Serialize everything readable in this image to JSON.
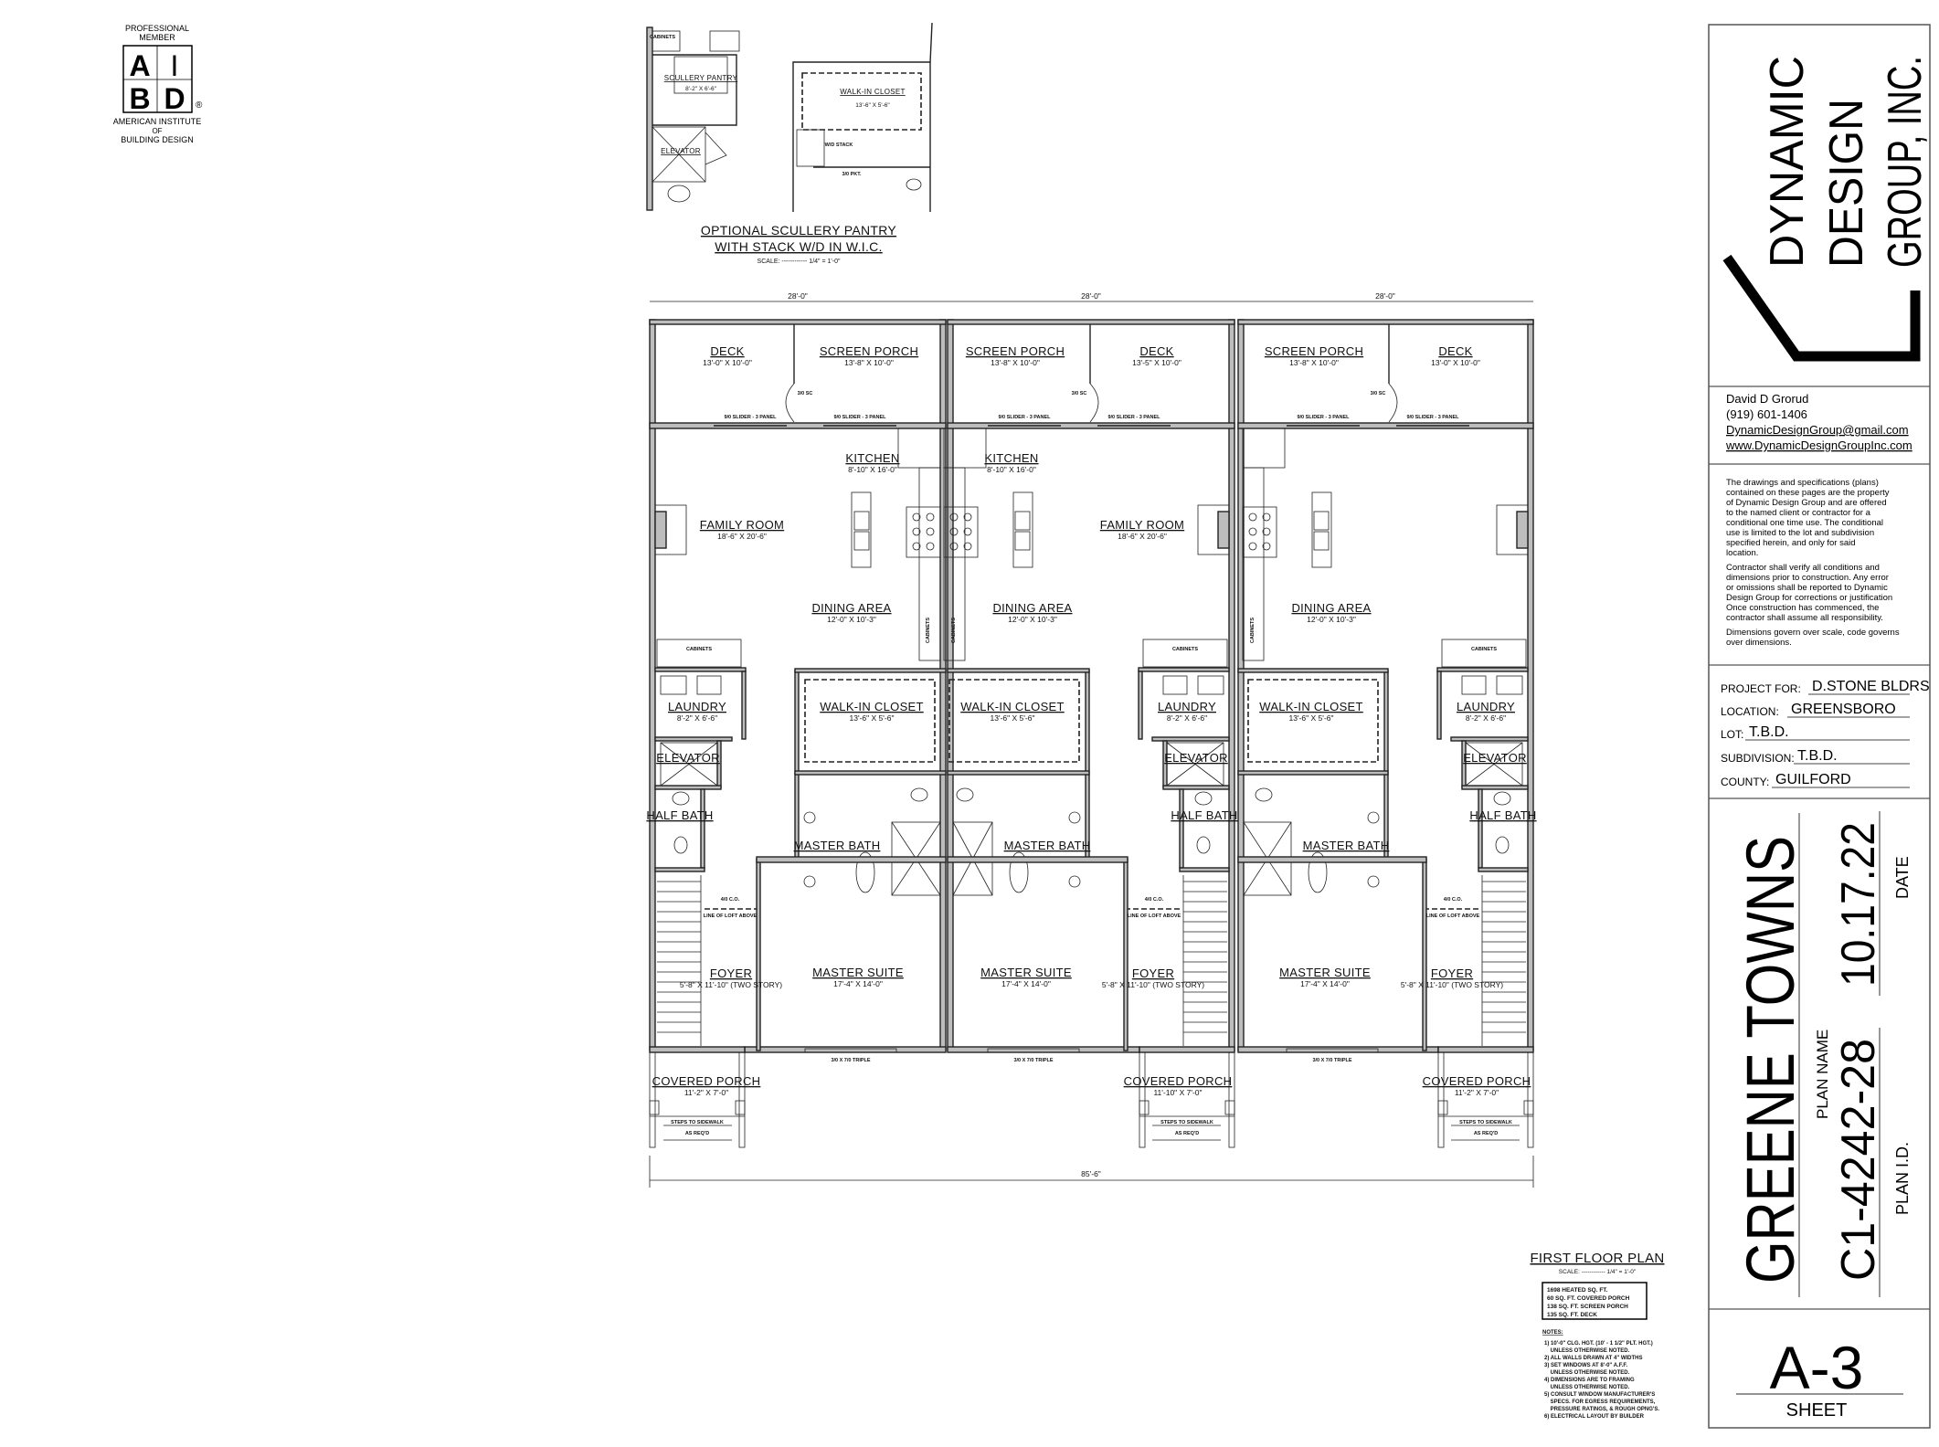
{
  "logo": {
    "top": [
      "PROFESSIONAL",
      "MEMBER"
    ],
    "letters": [
      "A",
      "I",
      "B",
      "D"
    ],
    "reg": "®",
    "bottom": [
      "AMERICAN INSTITUTE",
      "OF",
      "BUILDING DESIGN"
    ]
  },
  "optional_plan": {
    "title_line1": "OPTIONAL SCULLERY PANTRY",
    "title_line2": "WITH STACK W/D IN W.I.C.",
    "scale": "SCALE: ------------ 1/4\" = 1'-0\"",
    "scullery": "SCULLERY PANTRY",
    "scullery_dims": "8'-2\" X 6'-6\"",
    "elevator": "ELEVATOR",
    "walkin": "WALK-IN CLOSET",
    "walkin_dims": "13'-6\" X 5'-6\"",
    "wd_stack": "W/D STACK",
    "cabinets": "CABINETS",
    "pkt": "3/0 PKT."
  },
  "plan": {
    "top_dims": [
      "28'-0\"",
      "28'-0\"",
      "28'-0\""
    ],
    "overall_dim": "85'-6\"",
    "slider": "9/0 SLIDER - 3 PANEL",
    "porch_door": "3/0 SC",
    "triple_window": "3/0 X 7/0 TRIPLE",
    "steps": "STEPS TO SIDEWALK",
    "as_reqd": "AS REQ'D",
    "loft": "LINE OF LOFT ABOVE",
    "co": "4/0 C.O.",
    "cabinets": "CABINETS",
    "units": [
      {
        "rooms": [
          {
            "key": "deck",
            "name": "DECK",
            "dims": "13'-0\" X 10'-0\""
          },
          {
            "key": "screen",
            "name": "SCREEN PORCH",
            "dims": "13'-8\" X 10'-0\""
          },
          {
            "key": "kitchen",
            "name": "KITCHEN",
            "dims": "8'-10\" X 16'-0\""
          },
          {
            "key": "family",
            "name": "FAMILY ROOM",
            "dims": "18'-6\" X 20'-6\""
          },
          {
            "key": "dining",
            "name": "DINING AREA",
            "dims": "12'-0\" X 10'-3\""
          },
          {
            "key": "walkin",
            "name": "WALK-IN CLOSET",
            "dims": "13'-6\" X 5'-6\""
          },
          {
            "key": "laundry",
            "name": "LAUNDRY",
            "dims": "8'-2\" X 6'-6\""
          },
          {
            "key": "elevator",
            "name": "ELEVATOR",
            "dims": ""
          },
          {
            "key": "halfbath",
            "name": "HALF BATH",
            "dims": ""
          },
          {
            "key": "masterbath",
            "name": "MASTER BATH",
            "dims": ""
          },
          {
            "key": "suite",
            "name": "MASTER SUITE",
            "dims": "17'-4\" X 14'-0\""
          },
          {
            "key": "foyer",
            "name": "FOYER",
            "dims": "5'-8\" X 11'-10\" (TWO STORY)"
          },
          {
            "key": "porch",
            "name": "COVERED PORCH",
            "dims": "11'-2\" X 7'-0\""
          }
        ]
      },
      {
        "rooms": [
          {
            "key": "deck",
            "name": "DECK",
            "dims": "13'-5\" X 10'-0\""
          },
          {
            "key": "screen",
            "name": "SCREEN PORCH",
            "dims": "13'-8\" X 10'-0\""
          },
          {
            "key": "kitchen",
            "name": "KITCHEN",
            "dims": "8'-10\" X 16'-0\""
          },
          {
            "key": "family",
            "name": "FAMILY ROOM",
            "dims": "18'-6\" X 20'-6\""
          },
          {
            "key": "dining",
            "name": "DINING AREA",
            "dims": "12'-0\" X 10'-3\""
          },
          {
            "key": "walkin",
            "name": "WALK-IN CLOSET",
            "dims": "13'-6\" X 5'-6\""
          },
          {
            "key": "laundry",
            "name": "LAUNDRY",
            "dims": "8'-2\" X 6'-6\""
          },
          {
            "key": "elevator",
            "name": "ELEVATOR",
            "dims": ""
          },
          {
            "key": "halfbath",
            "name": "HALF BATH",
            "dims": ""
          },
          {
            "key": "masterbath",
            "name": "MASTER BATH",
            "dims": ""
          },
          {
            "key": "suite",
            "name": "MASTER SUITE",
            "dims": "17'-4\" X 14'-0\""
          },
          {
            "key": "foyer",
            "name": "FOYER",
            "dims": "5'-8\" X 11'-10\" (TWO STORY)"
          },
          {
            "key": "porch",
            "name": "COVERED PORCH",
            "dims": "11'-10\" X 7'-0\""
          }
        ]
      },
      {
        "rooms": [
          {
            "key": "deck",
            "name": "DECK",
            "dims": "13'-0\" X 10'-0\""
          },
          {
            "key": "screen",
            "name": "SCREEN PORCH",
            "dims": "13'-8\" X 10'-0\""
          },
          {
            "key": "dining",
            "name": "DINING AREA",
            "dims": "12'-0\" X 10'-3\""
          },
          {
            "key": "walkin",
            "name": "WALK-IN CLOSET",
            "dims": "13'-6\" X 5'-6\""
          },
          {
            "key": "laundry",
            "name": "LAUNDRY",
            "dims": "8'-2\" X 6'-6\""
          },
          {
            "key": "elevator",
            "name": "ELEVATOR",
            "dims": ""
          },
          {
            "key": "halfbath",
            "name": "HALF BATH",
            "dims": ""
          },
          {
            "key": "masterbath",
            "name": "MASTER BATH",
            "dims": ""
          },
          {
            "key": "suite",
            "name": "MASTER SUITE",
            "dims": "17'-4\" X 14'-0\""
          },
          {
            "key": "foyer",
            "name": "FOYER",
            "dims": "5'-8\" X 11'-10\" (TWO STORY)"
          },
          {
            "key": "porch",
            "name": "COVERED PORCH",
            "dims": "11'-2\" X 7'-0\""
          }
        ]
      }
    ]
  },
  "floor_plan_title": "FIRST FLOOR PLAN",
  "floor_plan_scale": "SCALE: ------------ 1/4\" = 1'-0\"",
  "areas": [
    "1698 HEATED SQ. FT.",
    "60 SQ. FT. COVERED PORCH",
    "138 SQ. FT. SCREEN PORCH",
    "135 SQ. FT. DECK"
  ],
  "notes_title": "NOTES:",
  "notes": [
    "1) 10'-0\" CLG. HGT. (10' - 1 1/2\" PLT. HGT.)",
    "    UNLESS OTHERWISE NOTED.",
    "2) ALL WALLS DRAWN AT 4\" WIDTHS",
    "3) SET WINDOWS AT 8'-0\" A.F.F.",
    "    UNLESS OTHERWISE NOTED.",
    "4) DIMENSIONS ARE TO FRAMING",
    "    UNLESS OTHERWISE NOTED.",
    "5) CONSULT WINDOW MANUFACTURER'S",
    "    SPECS. FOR EGRESS REQUIREMENTS,",
    "    PRESSURE RATINGS, & ROUGH OPNG'S.",
    "6) ELECTRICAL LAYOUT BY BUILDER"
  ],
  "title_block": {
    "company": [
      "DYNAMIC",
      "DESIGN",
      "GROUP, INC."
    ],
    "contact_name": "David D Grorud",
    "phone": "(919) 601-1406",
    "email": "DynamicDesignGroup@gmail.com",
    "website": "www.DynamicDesignGroupInc.com",
    "disclaimer": [
      "The drawings and specifications (plans)",
      "contained on these pages are the property",
      "of Dynamic Design Group and are offered",
      "to the named client or contractor for a",
      "conditional one time use. The conditional",
      "use is limited to the lot and subdivision",
      "specified herein, and only for said",
      "location."
    ],
    "disclaimer2": [
      "Contractor shall verify all conditions and",
      "dimensions prior to construction. Any error",
      "or omissions shall be reported to Dynamic",
      "Design Group for corrections or justification",
      "Once construction has commenced, the",
      "contractor shall assume all responsibility."
    ],
    "disclaimer3": [
      "Dimensions govern over scale, code governs",
      "over dimensions."
    ],
    "project_for_label": "PROJECT FOR:",
    "project_for": "D.STONE BLDRS",
    "location_label": "LOCATION:",
    "location": "GREENSBORO",
    "lot_label": "LOT:",
    "lot": "T.B.D.",
    "subdivision_label": "SUBDIVISION:",
    "subdivision": "T.B.D.",
    "county_label": "COUNTY:",
    "county": "GUILFORD",
    "plan_name": "GREENE TOWNS",
    "plan_name_label": "PLAN NAME",
    "date": "10.17.22",
    "date_label": "DATE",
    "plan_id": "C1-4242-28",
    "plan_id_label": "PLAN I.D.",
    "sheet": "A-3",
    "sheet_label": "SHEET"
  }
}
